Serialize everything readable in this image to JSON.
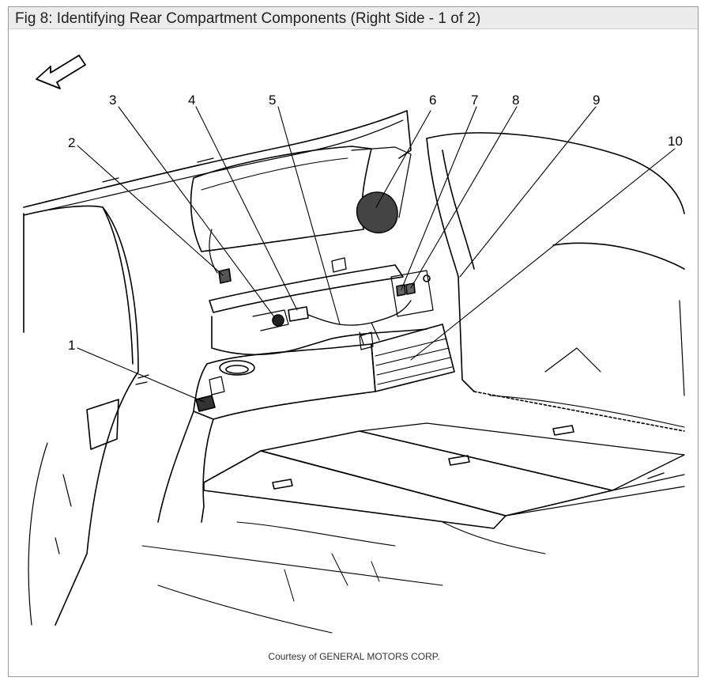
{
  "figure": {
    "title": "Fig 8: Identifying Rear Compartment Components (Right Side - 1 of 2)",
    "credit": "Courtesy of GENERAL MOTORS CORP."
  },
  "callouts": [
    "1",
    "2",
    "3",
    "4",
    "5",
    "6",
    "7",
    "8",
    "9",
    "10"
  ],
  "icons": {
    "direction_arrow": "front-direction-arrow-icon"
  }
}
